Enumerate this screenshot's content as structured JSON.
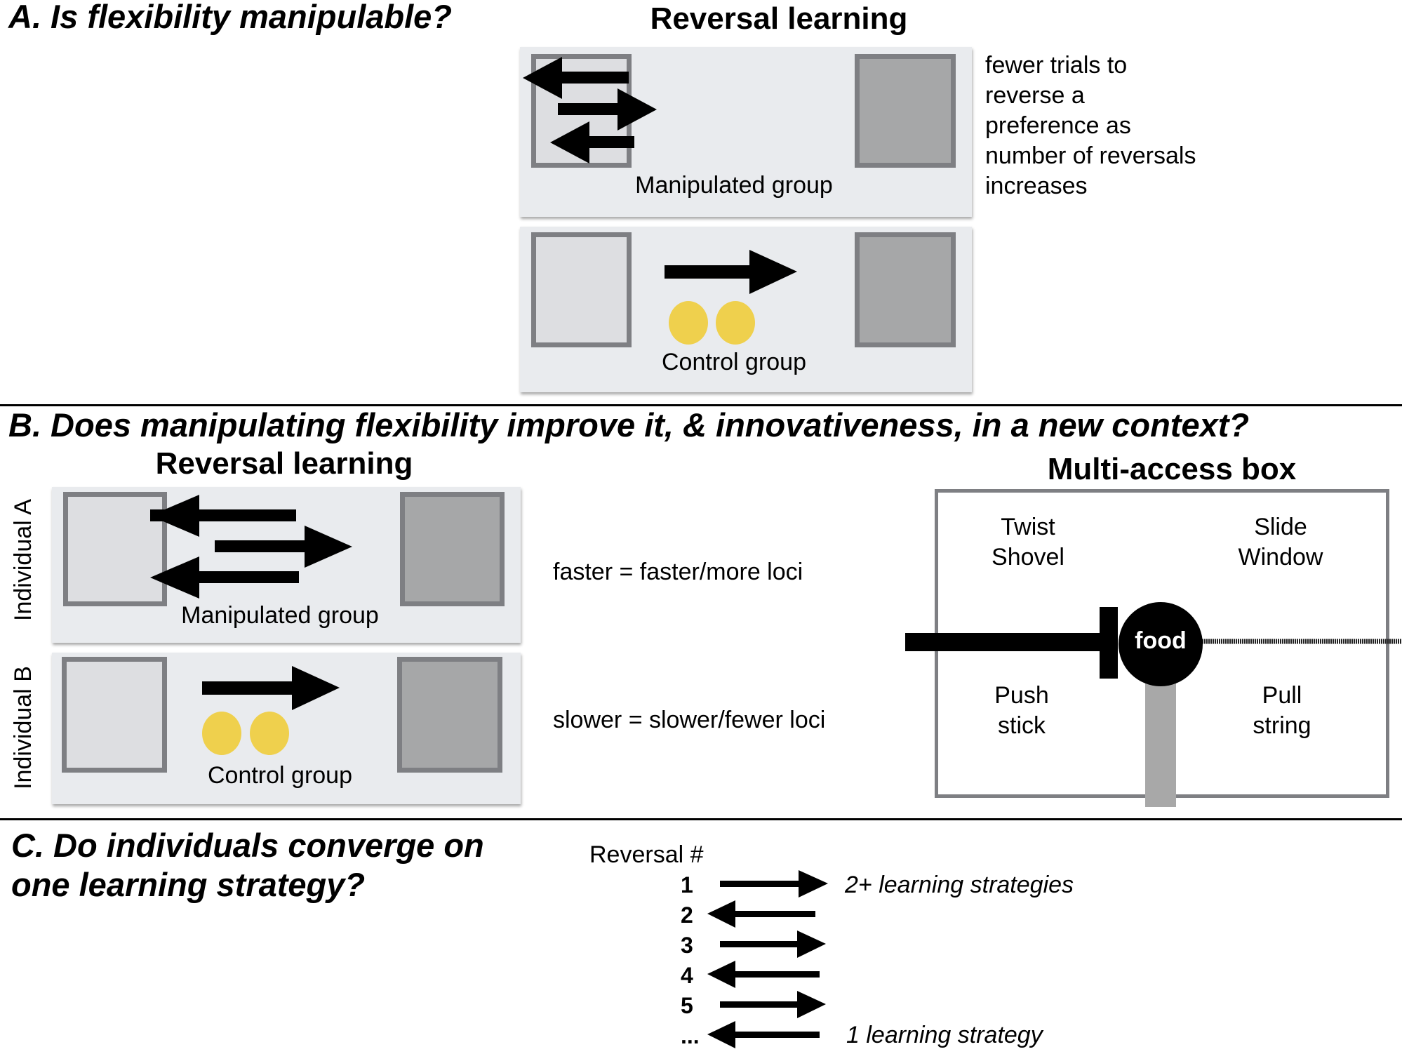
{
  "sectionA": {
    "heading": "A. Is flexibility manipulable?",
    "title": "Reversal learning",
    "manipulated_label": "Manipulated group",
    "control_label": "Control group",
    "note_lines": [
      "fewer trials to",
      "reverse a",
      "preference as",
      "number of reversals",
      "increases"
    ]
  },
  "sectionB": {
    "heading": "B. Does manipulating flexibility improve it, & innovativeness, in a new context?",
    "reversal_title": "Reversal learning",
    "individual_a": "Individual A",
    "individual_b": "Individual B",
    "manipulated_label": "Manipulated group",
    "control_label": "Control group",
    "faster_text": "faster = faster/more loci",
    "slower_text": "slower = slower/fewer loci",
    "mab_title": "Multi-access box",
    "loci": {
      "twist": [
        "Twist",
        "Shovel"
      ],
      "slide": [
        "Slide",
        "Window"
      ],
      "push": [
        "Push",
        "stick"
      ],
      "pull": [
        "Pull",
        "string"
      ]
    },
    "food": "food"
  },
  "sectionC": {
    "heading_lines": [
      "C. Do individuals converge on",
      "one learning strategy?"
    ],
    "reversal_label": "Reversal #",
    "numbers": [
      "1",
      "2",
      "3",
      "4",
      "5",
      "..."
    ],
    "strategy_many": "2+ learning strategies",
    "strategy_one": "1 learning strategy"
  },
  "colors": {
    "panel": "#e9ebee",
    "light_box": "#dddee1",
    "dark_box": "#a6a7a8",
    "box_border": "#7e7f83",
    "yellow_dot": "#efd04d",
    "gray_bar": "#a8a8a8"
  }
}
